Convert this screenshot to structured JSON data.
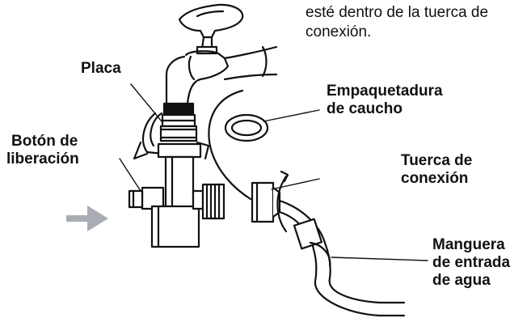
{
  "note_text": {
    "line1": "esté dentro de la tuerca de",
    "line2": "conexión."
  },
  "labels": {
    "plate": "Placa",
    "release_button": [
      "Botón de",
      "liberación"
    ],
    "rubber_gasket": [
      "Empaquetadura",
      "de caucho"
    ],
    "connection_nut": [
      "Tuerca de",
      "conexión"
    ],
    "inlet_hose": [
      "Manguera",
      "de entrada",
      "de agua"
    ]
  },
  "colors": {
    "ink": "#111111",
    "arrow": "#a9adb3"
  },
  "icons": {
    "direction_arrow": "arrow-right-icon"
  }
}
